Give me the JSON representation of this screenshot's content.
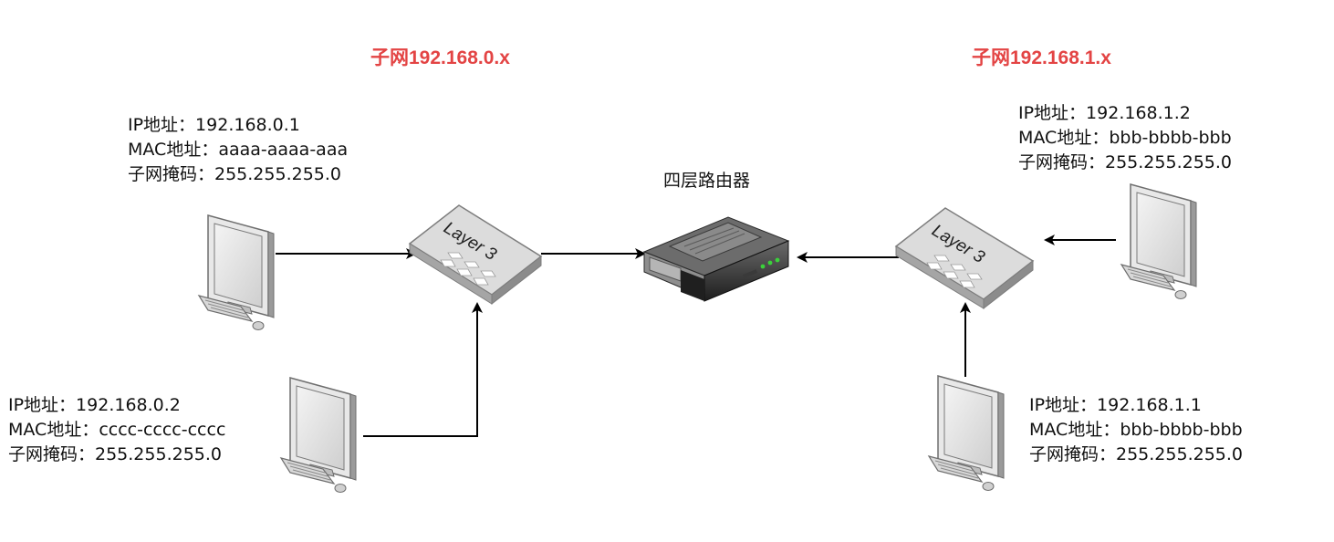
{
  "subnets": [
    {
      "title": "子网192.168.0.x"
    },
    {
      "title": "子网192.168.1.x"
    }
  ],
  "router": {
    "label": "四层路由器"
  },
  "switches": [
    {
      "label": "Layer 3"
    },
    {
      "label": "Layer 3"
    }
  ],
  "hosts": [
    {
      "ip": "IP地址：192.168.0.1",
      "mac": "MAC地址：aaaa-aaaa-aaa",
      "mask": "子网掩码：255.255.255.0"
    },
    {
      "ip": "IP地址：192.168.0.2",
      "mac": "MAC地址：cccc-cccc-cccc",
      "mask": "子网掩码：255.255.255.0"
    },
    {
      "ip": "IP地址：192.168.1.2",
      "mac": "MAC地址：bbb-bbbb-bbb",
      "mask": "子网掩码：255.255.255.0"
    },
    {
      "ip": "IP地址：192.168.1.1",
      "mac": "MAC地址：bbb-bbbb-bbb",
      "mask": "子网掩码：255.255.255.0"
    }
  ],
  "colors": {
    "subnet_title": "#e34444",
    "edge": "#000000"
  },
  "icons": [
    "computer-icon",
    "layer3-switch-icon",
    "router-icon"
  ]
}
